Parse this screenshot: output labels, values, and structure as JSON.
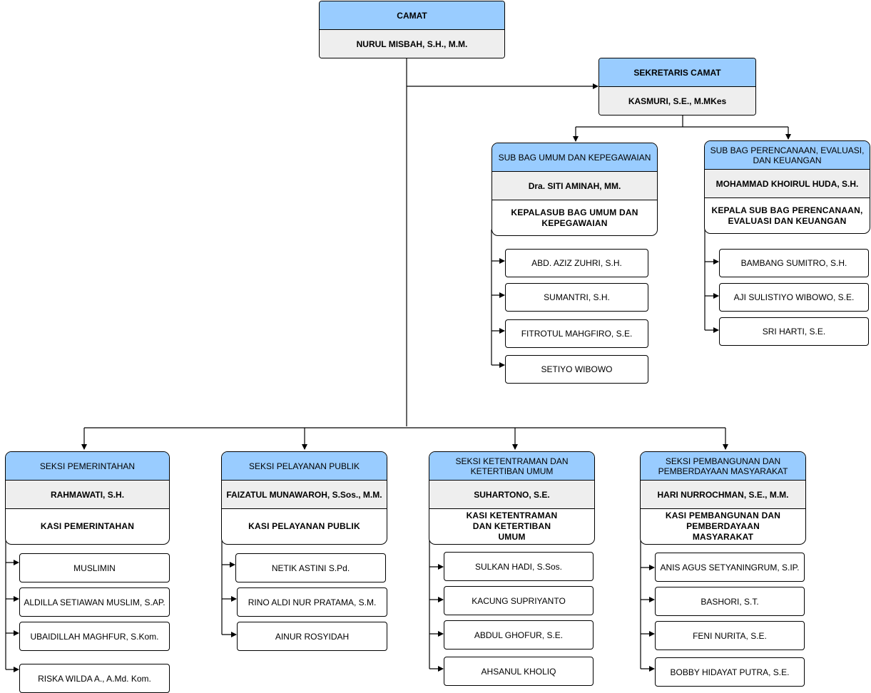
{
  "camat": {
    "title": "CAMAT",
    "name": "NURUL MISBAH, S.H., M.M."
  },
  "sekretaris": {
    "title": "SEKRETARIS CAMAT",
    "name": "KASMURI, S.E., M.MKes"
  },
  "subbag_umum": {
    "title": "SUB BAG UMUM DAN KEPEGAWAIAN",
    "name": "Dra. SITI AMINAH, MM.",
    "role": "KEPALASUB BAG UMUM DAN KEPEGAWAIAN",
    "staff": [
      "ABD. AZIZ ZUHRI, S.H.",
      "SUMANTRI, S.H.",
      "FITROTUL MAHGFIRO, S.E.",
      "SETIYO WIBOWO"
    ]
  },
  "subbag_perencanaan": {
    "title": "SUB BAG PERENCANAAN, EVALUASI, DAN KEUANGAN",
    "name": "MOHAMMAD KHOIRUL HUDA, S.H.",
    "role": "KEPALA SUB BAG PERENCANAAN, EVALUASI DAN KEUANGAN",
    "staff": [
      "BAMBANG SUMITRO, S.H.",
      "AJI SULISTIYO WIBOWO, S.E.",
      "SRI HARTI, S.E."
    ]
  },
  "seksi_pemerintahan": {
    "title": "SEKSI PEMERINTAHAN",
    "name": "RAHMAWATI, S.H.",
    "role": "KASI PEMERINTAHAN",
    "staff": [
      "MUSLIMIN",
      "ALDILLA SETIAWAN MUSLIM, S.AP.",
      "UBAIDILLAH MAGHFUR, S.Kom.",
      "RISKA WILDA A., A.Md. Kom."
    ]
  },
  "seksi_pelayanan": {
    "title": "SEKSI PELAYANAN PUBLIK",
    "name": "FAIZATUL MUNAWAROH, S.Sos., M.M.",
    "role": "KASI PELAYANAN PUBLIK",
    "staff": [
      "NETIK ASTINI S.Pd.",
      "RINO ALDI NUR PRATAMA, S.M.",
      "AINUR ROSYIDAH"
    ]
  },
  "seksi_ketentraman": {
    "title": "SEKSI KETENTRAMAN DAN KETERTIBAN UMUM",
    "name": "SUHARTONO, S.E.",
    "role": "KASI KETENTRAMAN DAN KETERTIBAN UMUM",
    "staff": [
      "SULKAN HADI, S.Sos.",
      "KACUNG SUPRIYANTO",
      "ABDUL GHOFUR, S.E.",
      "AHSANUL KHOLIQ"
    ]
  },
  "seksi_pembangunan": {
    "title": "SEKSI PEMBANGUNAN DAN PEMBERDAYAAN MASYARAKAT",
    "name": "HARI NURROCHMAN, S.E., M.M.",
    "role": "KASI PEMBANGUNAN DAN PEMBERDAYAAN MASYARAKAT",
    "staff": [
      "ANIS AGUS SETYANINGRUM, S.IP.",
      "BASHORI, S.T.",
      "FENI NURITA, S.E.",
      "BOBBY HIDAYAT PUTRA, S.E."
    ]
  },
  "colors": {
    "header": "#99ccff",
    "name_band": "#eeeeee",
    "line": "#000000"
  }
}
